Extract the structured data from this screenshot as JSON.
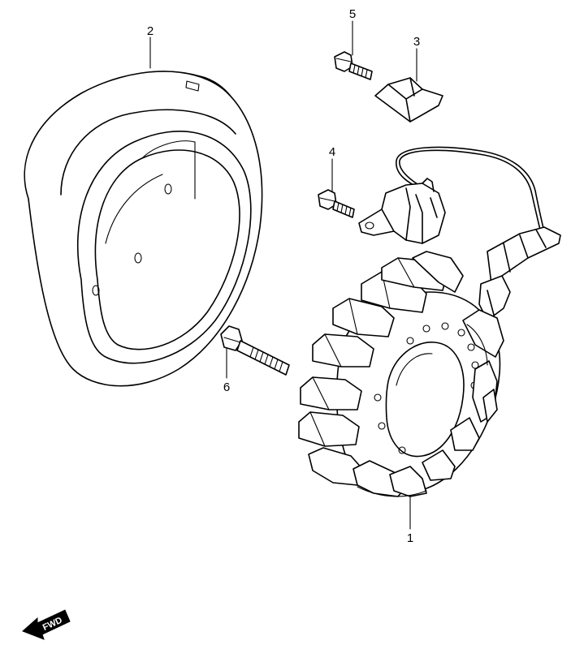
{
  "callouts": {
    "stator": "1",
    "rotor": "2",
    "bracket": "3",
    "screw_pickup": "4",
    "screw_bracket": "5",
    "bolt_stator": "6"
  },
  "direction_label": "FWD"
}
